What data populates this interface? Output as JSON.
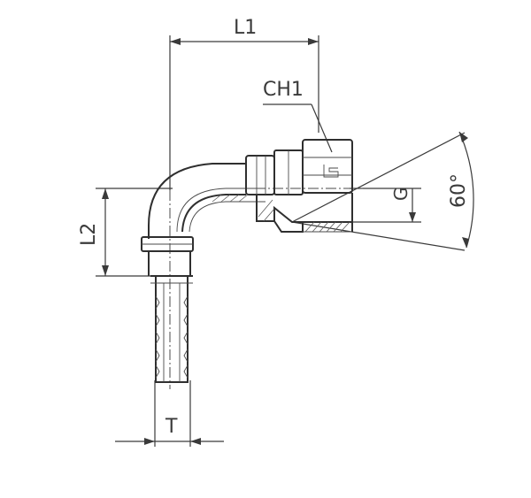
{
  "labels": {
    "l1": "L1",
    "l2": "L2",
    "ch1": "CH1",
    "g": "G",
    "angle": "60°",
    "t": "T"
  },
  "colors": {
    "line": "#3a3a3a",
    "background": "#ffffff"
  }
}
